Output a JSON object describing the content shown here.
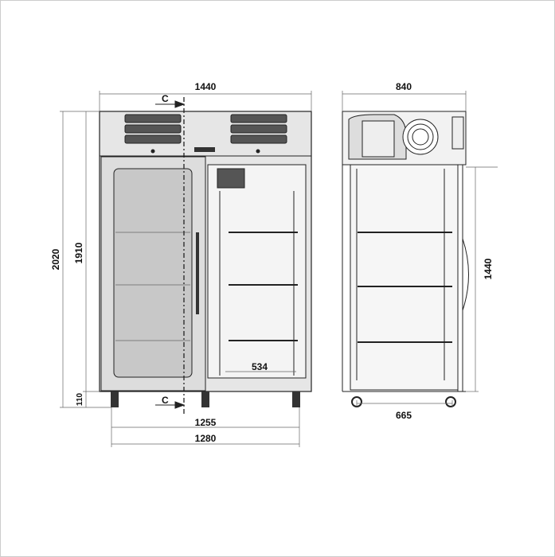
{
  "title": "Refrigerated cabinet technical drawing",
  "front_view": {
    "width_label": "1440",
    "height_total_label": "2020",
    "height_body_label": "1910",
    "leg_height_label": "110",
    "inner_width_label": "534",
    "feet_span_label": "1255",
    "base_width_label": "1280",
    "section_top_label": "C",
    "section_bottom_label": "C"
  },
  "side_view": {
    "depth_label": "840",
    "door_height_label": "1440",
    "wheel_span_label": "665"
  },
  "colors": {
    "line": "#222222",
    "panel": "#e6e6e6",
    "glass": "#c8c8c8",
    "vent": "#555555"
  }
}
